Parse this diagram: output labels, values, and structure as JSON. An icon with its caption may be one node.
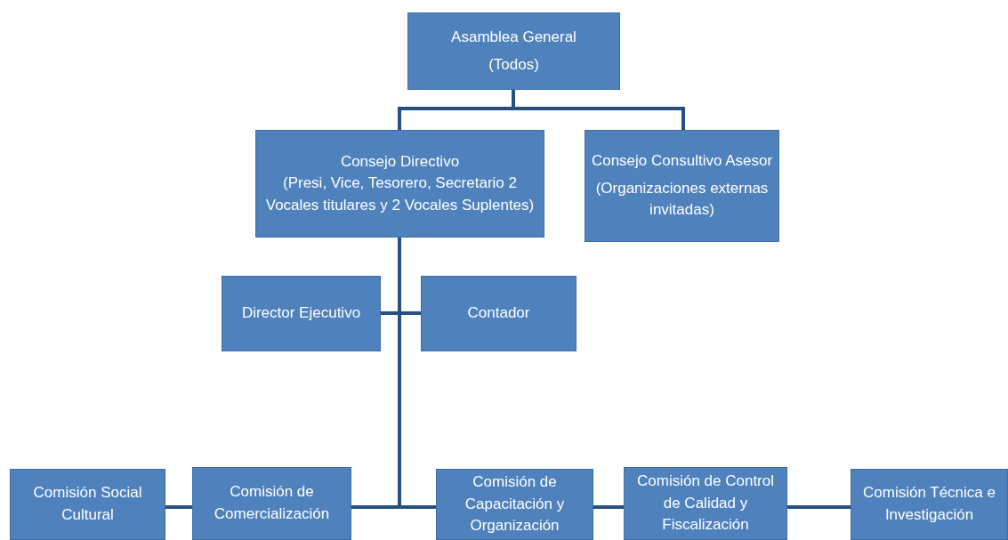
{
  "diagram": {
    "nodes": [
      {
        "text": [
          "Asamblea General",
          "(Todos)"
        ]
      },
      {
        "text": [
          "Consejo Directivo",
          "(Presi, Vice, Tesorero, Secretario 2 Vocales titulares y 2 Vocales Suplentes)"
        ]
      },
      {
        "text": [
          "Consejo Consultivo Asesor",
          "(Organizaciones externas invitadas)"
        ]
      },
      {
        "text": [
          "Director Ejecutivo"
        ]
      },
      {
        "text": [
          "Contador"
        ]
      },
      {
        "text": [
          "Comisión Social Cultural"
        ]
      },
      {
        "text": [
          "Comisión de Comercialización"
        ]
      },
      {
        "text": [
          "Comisión de Capacitación y Organización"
        ]
      },
      {
        "text": [
          "Comisión de Control de Calidad y Fiscalización"
        ]
      },
      {
        "text": [
          "Comisión Técnica e Investigación"
        ]
      }
    ],
    "edges": [
      {
        "from": 0,
        "to": 1,
        "arrow": "none"
      },
      {
        "from": 0,
        "to": 2,
        "arrow": "none"
      },
      {
        "from": 1,
        "to": 3,
        "arrow": "none"
      },
      {
        "from": 1,
        "to": 4,
        "arrow": "none"
      },
      {
        "from": 1,
        "to": 6,
        "arrow": "none"
      },
      {
        "from": 1,
        "to": 7,
        "arrow": "none"
      },
      {
        "from": 5,
        "to": 6,
        "arrow": "none"
      },
      {
        "from": 7,
        "to": 8,
        "arrow": "none"
      },
      {
        "from": 8,
        "to": 9,
        "arrow": "none"
      }
    ]
  }
}
